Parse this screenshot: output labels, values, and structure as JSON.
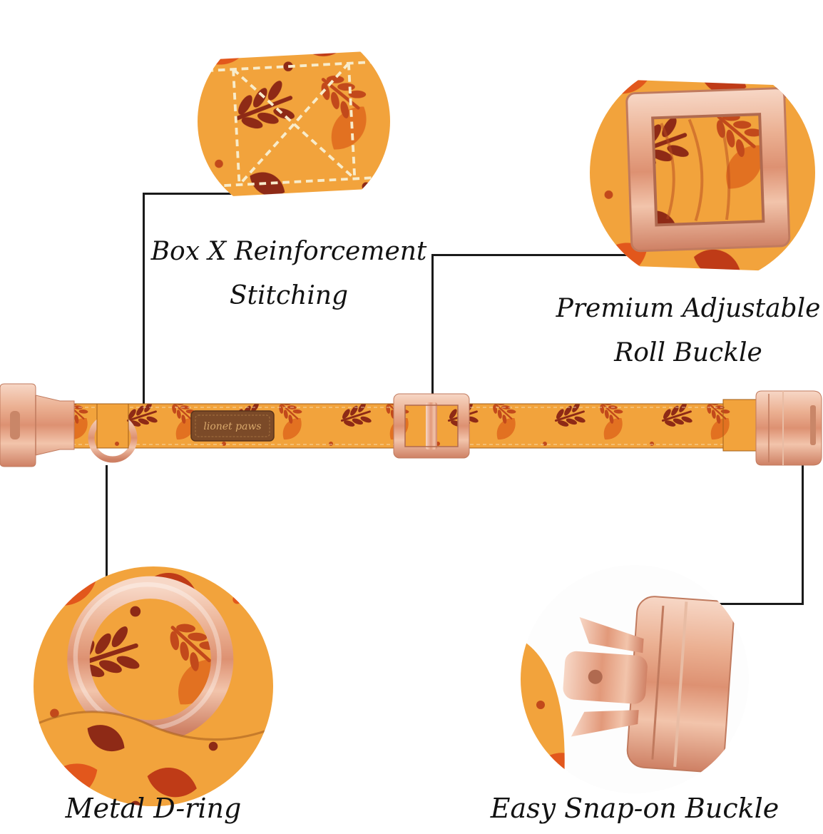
{
  "product": {
    "callouts": {
      "stitching": {
        "line1": "Box X Reinforcement",
        "line2": "Stitching"
      },
      "roll_buckle": {
        "line1": "Premium Adjustable",
        "line2": "Roll Buckle"
      },
      "d_ring": {
        "line1": "Metal D-ring"
      },
      "snap_buckle": {
        "line1": "Easy Snap-on Buckle"
      }
    },
    "collar": {
      "brand_label": "lionet paws"
    },
    "colors": {
      "fabric_gold": "#F2A33C",
      "leaf_orange": "#E2571C",
      "leaf_red": "#BF3B17",
      "leaf_maroon": "#8E2A16",
      "rose_gold": "#E5A486",
      "leather_label": "#7B4A28",
      "callout_line": "#1A1A1A",
      "background": "#FFFFFF"
    }
  }
}
